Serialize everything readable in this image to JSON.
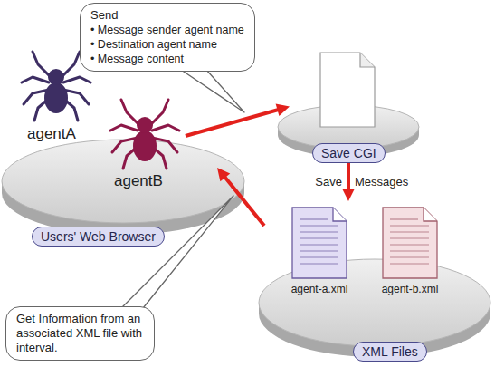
{
  "diagram": {
    "nodes": [
      {
        "text": [
          "Users' Web Browser"
        ]
      },
      {
        "text": [
          "Save CGI"
        ]
      },
      {
        "text": [
          "XML Files"
        ]
      },
      {
        "text": [
          "agent-a.xml"
        ],
        "in": 2
      },
      {
        "text": [
          "agent-b.xml"
        ],
        "in": 2
      },
      {
        "text": [
          "Send",
          "• Message sender agent name",
          "• Destination agent name",
          "• Message content"
        ]
      },
      {
        "text": [
          "Get Information from an associated XML file with interval."
        ]
      }
    ],
    "edges": [
      {
        "from": 0,
        "to": 1,
        "arrow": "to"
      },
      {
        "from": 1,
        "to": 2,
        "arrow": "to"
      },
      {
        "from": 2,
        "to": 0,
        "arrow": "to"
      }
    ],
    "labels": [
      "agentA",
      "agentB",
      "Save",
      "Messages"
    ]
  }
}
